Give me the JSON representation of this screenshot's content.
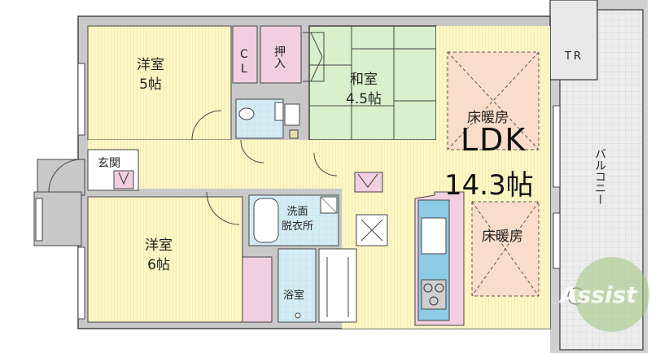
{
  "rooms": {
    "western_north_name": "洋室",
    "western_north_size": "5帖",
    "closet_c": "C",
    "closet_l": "L",
    "oshiire": "押入",
    "washitsu_name": "和室",
    "washitsu_size": "4.5帖",
    "floor_heating_top": "床暖房",
    "ldk_name": "LDK",
    "ldk_size": "14.3帖",
    "floor_heating_bottom": "床暖房",
    "entrance": "玄関",
    "western_south_name": "洋室",
    "western_south_size": "6帖",
    "senmen_line1": "洗面",
    "senmen_line2": "脱衣所",
    "bathroom": "浴室",
    "trunk_room": "TR",
    "balcony": "バルコニー"
  },
  "watermark": {
    "text": "Assist"
  },
  "colors": {
    "tatami_floor": "#fdf7c6",
    "tatami_green": "#d8f0cc",
    "wet_area": "#d4ecf4",
    "storage_pink": "#f2cfe0",
    "wall_gray": "#c8c8c8",
    "balcony_bg": "#ececec",
    "heating_zone": "#f9dcc9",
    "counter_blue": "#8ecbe4",
    "watermark_green": "#9ec47e"
  }
}
